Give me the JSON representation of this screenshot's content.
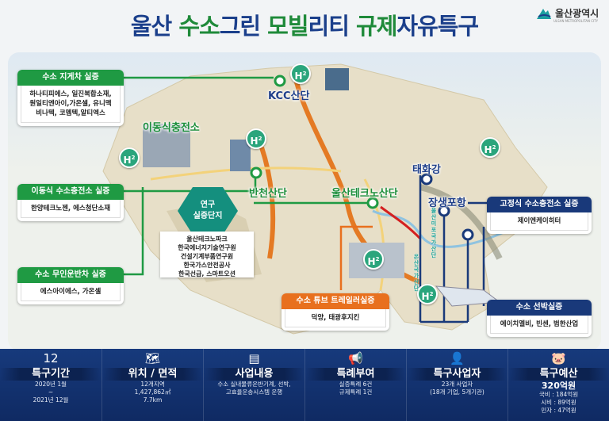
{
  "title": {
    "segments": [
      {
        "text": "울산 ",
        "color": "#1b3f8b"
      },
      {
        "text": "수소",
        "color": "#1f8a3a"
      },
      {
        "text": "그린 ",
        "color": "#1b3f8b"
      },
      {
        "text": "모빌",
        "color": "#1f8a3a"
      },
      {
        "text": "리티 ",
        "color": "#1b3f8b"
      },
      {
        "text": "규제",
        "color": "#1f8a3a"
      },
      {
        "text": "자유특구",
        "color": "#1b3f8b"
      }
    ]
  },
  "logo": {
    "name": "울산광역시",
    "sub": "ULSAN METROPOLITAN CITY"
  },
  "colors": {
    "green": "#1f9a43",
    "navy": "#19397a",
    "orange": "#e8701e",
    "teal": "#148f7e",
    "band": "#173a7c"
  },
  "boxes": {
    "forklift": {
      "header": "수소 지게차 실증",
      "lines": [
        "하나티피에스, 일진복합소재,",
        "원일티엔아이,가온셀, 유니맥",
        "비나텍, 코멤텍,알티엑스"
      ]
    },
    "mobile_station": {
      "header": "이동식 수소충전소 실증",
      "lines": [
        "한양테크노젠, 에스청단소재"
      ]
    },
    "agv": {
      "header": "수소 무인운반차 실증",
      "lines": [
        "에스아이에스, 가온셀"
      ]
    },
    "tube_trailer": {
      "header": "수소 튜브 트레일러실증",
      "lines": [
        "덕양, 태광후지킨"
      ]
    },
    "fixed_station": {
      "header": "고정식 수소충전소 실증",
      "lines": [
        "제이엔케이히터"
      ]
    },
    "ship": {
      "header": "수소 선박실증",
      "lines": [
        "에이치엘비, 빈센, 범한산업"
      ]
    }
  },
  "research": {
    "title_lines": [
      "연구",
      "실증단지"
    ],
    "lines": [
      "울산테크노파크",
      "한국에너지기술연구원",
      "건설기계부품연구원",
      "한국가스안전공사",
      "한국선급, 스마트오션"
    ]
  },
  "places": {
    "kcc": "KCC산단",
    "mobile": "이동식충전소",
    "banchen": "반천산단",
    "techno": "울산테크노산단",
    "taehwa": "태화강",
    "jangsaeng": "장생포항",
    "mipo": "울산미포국가산단",
    "onsan": "온산국가산단"
  },
  "h2_label": "H",
  "h2_sup": "2",
  "summary": [
    {
      "icon": "calendar-icon",
      "glyph": "12",
      "title": "특구기간",
      "lines": [
        "2020년 1월",
        "~",
        "2021년 12월"
      ]
    },
    {
      "icon": "map-icon",
      "glyph": "🗺",
      "title": "위치 / 면적",
      "lines": [
        "12개지역",
        "1,427,862㎡",
        "7.7km"
      ]
    },
    {
      "icon": "document-icon",
      "glyph": "▤",
      "title": "사업내용",
      "lines": [
        "수소 실내물류운반기계, 선박,",
        "고효율운송시스템 운행"
      ]
    },
    {
      "icon": "megaphone-icon",
      "glyph": "📢",
      "title": "특례부여",
      "lines": [
        "실증특례 6건",
        "규제특례 1건"
      ]
    },
    {
      "icon": "businessman-icon",
      "glyph": "👤",
      "title": "특구사업자",
      "lines": [
        "23개 사업자",
        "(18개 기업, 5개기관)"
      ]
    },
    {
      "icon": "piggy-bank-icon",
      "glyph": "🐷",
      "title": "특구예산",
      "strong": "320억원",
      "lines": [
        "국비 : 184억원",
        "시비 : 89억원",
        "민자 : 47억원"
      ]
    }
  ]
}
